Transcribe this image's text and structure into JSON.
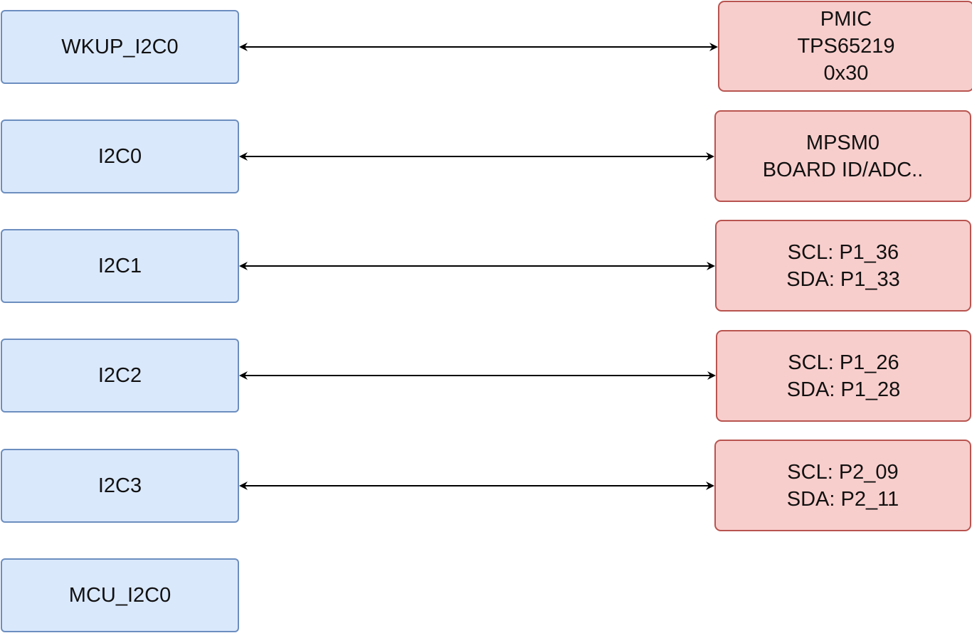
{
  "colors": {
    "left_fill": "#dae8fc",
    "left_stroke": "#6c8ebf",
    "right_fill": "#f8cecc",
    "right_stroke": "#b85450",
    "connector": "#000000"
  },
  "controllers": [
    {
      "id": "wkup-i2c0",
      "label": "WKUP_I2C0"
    },
    {
      "id": "i2c0",
      "label": "I2C0"
    },
    {
      "id": "i2c1",
      "label": "I2C1"
    },
    {
      "id": "i2c2",
      "label": "I2C2"
    },
    {
      "id": "i2c3",
      "label": "I2C3"
    },
    {
      "id": "mcu-i2c0",
      "label": "MCU_I2C0"
    }
  ],
  "targets": [
    {
      "id": "pmic",
      "lines": [
        "PMIC",
        "TPS65219",
        "0x30"
      ]
    },
    {
      "id": "mpsm0",
      "lines": [
        "MPSM0",
        "BOARD ID/ADC.."
      ]
    },
    {
      "id": "i2c1-pins",
      "lines": [
        "SCL: P1_36",
        "SDA: P1_33"
      ]
    },
    {
      "id": "i2c2-pins",
      "lines": [
        "SCL: P1_26",
        "SDA: P1_28"
      ]
    },
    {
      "id": "i2c3-pins",
      "lines": [
        "SCL: P2_09",
        "SDA: P2_11"
      ]
    }
  ],
  "connections": [
    {
      "from": "wkup-i2c0",
      "to": "pmic",
      "bidirectional": true
    },
    {
      "from": "i2c0",
      "to": "mpsm0",
      "bidirectional": true
    },
    {
      "from": "i2c1",
      "to": "i2c1-pins",
      "bidirectional": true
    },
    {
      "from": "i2c2",
      "to": "i2c2-pins",
      "bidirectional": true
    },
    {
      "from": "i2c3",
      "to": "i2c3-pins",
      "bidirectional": true
    }
  ]
}
